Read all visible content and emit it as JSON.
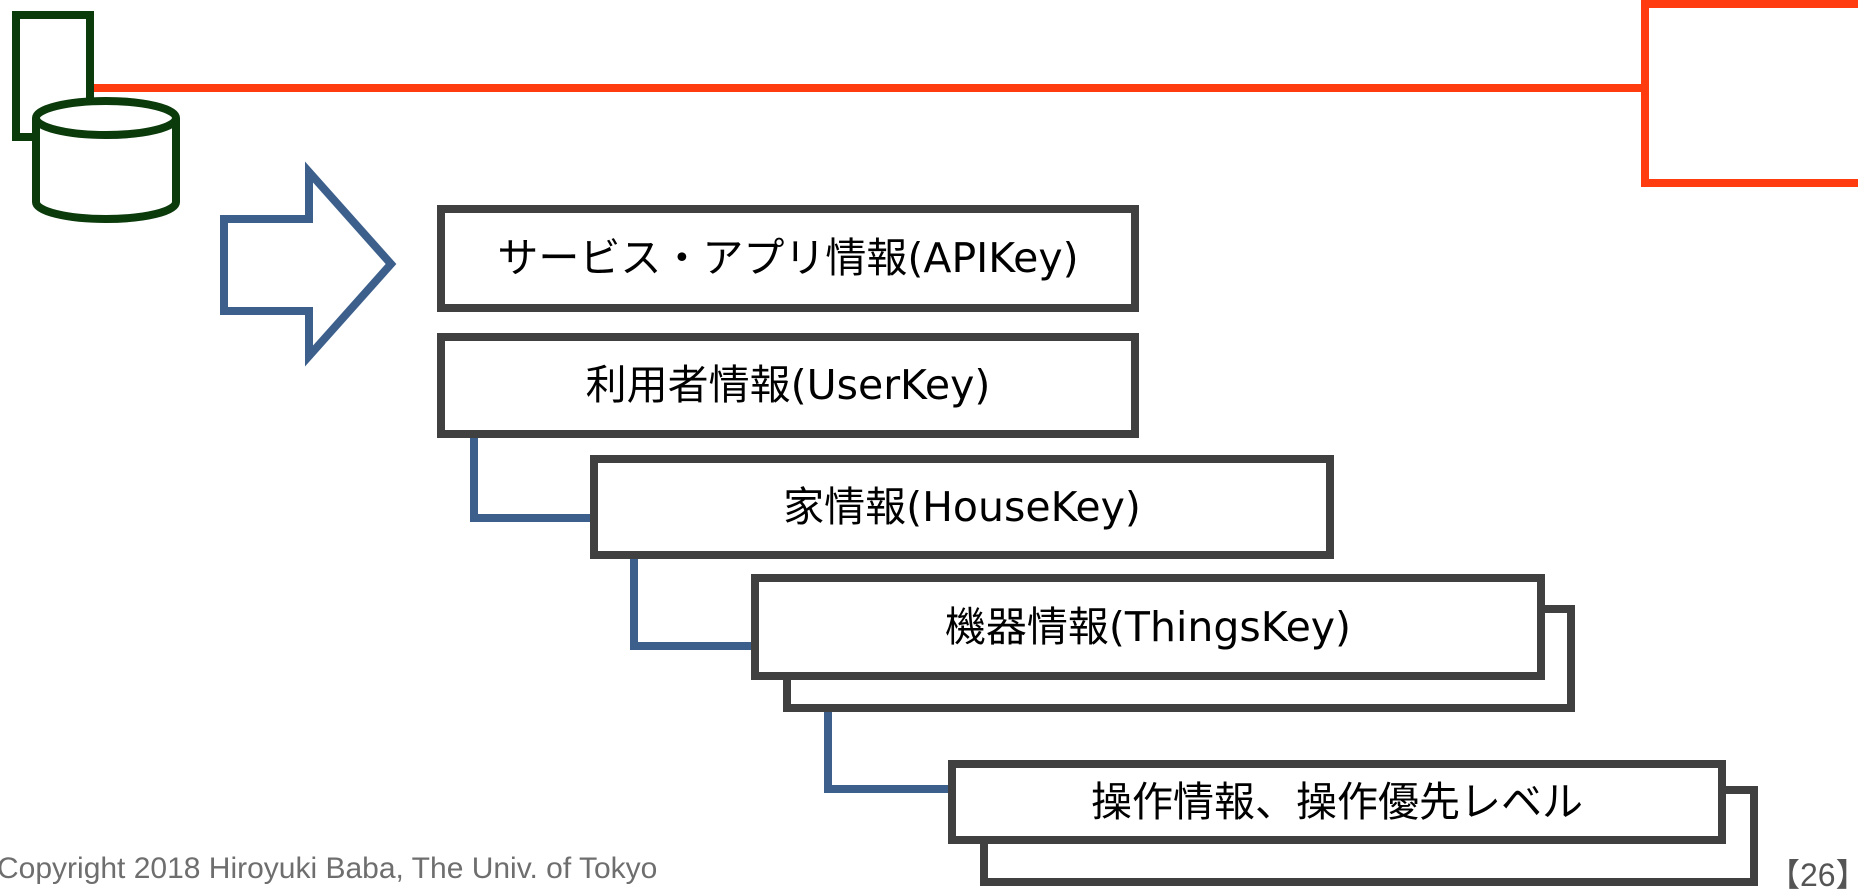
{
  "colors": {
    "box_border": "#404040",
    "connector": "#3c5f8c",
    "arrow": "#3c5f8c",
    "database": "#0b3a0b",
    "red_line": "#ff3b10"
  },
  "icons": {
    "database": "database-icon",
    "arrow": "right-arrow-icon"
  },
  "hierarchy": [
    {
      "label": "サービス・アプリ情報(APIKey)"
    },
    {
      "label": "利用者情報(UserKey)"
    },
    {
      "label": "家情報(HouseKey)"
    },
    {
      "label": "機器情報(ThingsKey)"
    },
    {
      "label": "操作情報、操作優先レベル"
    }
  ],
  "footer": {
    "copyright": "Copyright 2018 Hiroyuki Baba, The Univ. of Tokyo",
    "page": "【26】"
  }
}
